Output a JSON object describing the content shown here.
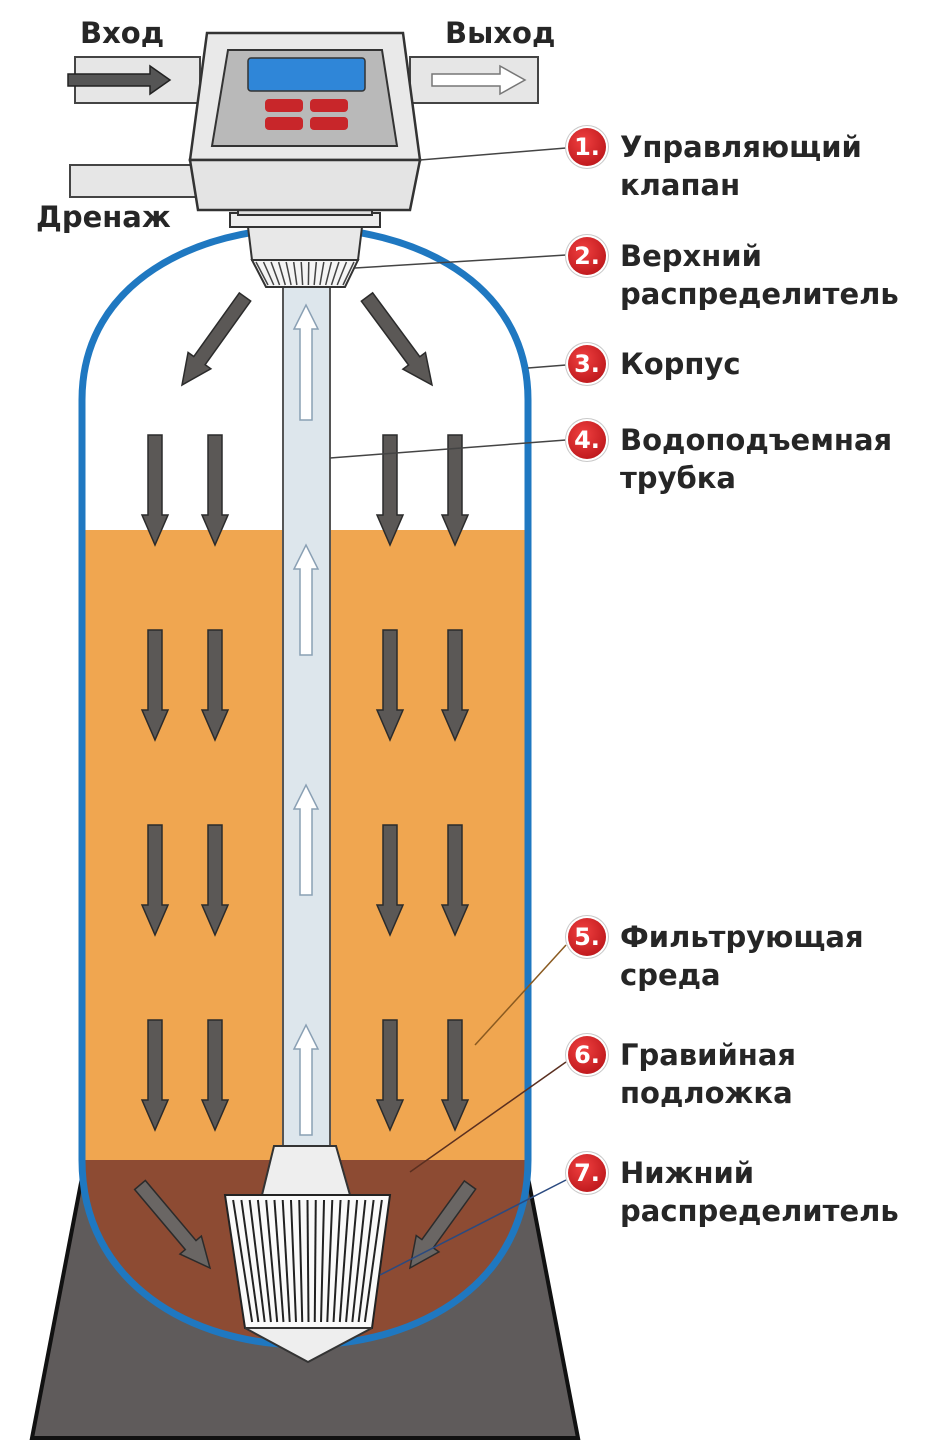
{
  "top_labels": {
    "inlet": "Вход",
    "outlet": "Выход",
    "drain": "Дренаж"
  },
  "parts": [
    {
      "num": "1.",
      "line1": "Управляющий",
      "line2": "клапан"
    },
    {
      "num": "2.",
      "line1": "Верхний",
      "line2": "распределитель"
    },
    {
      "num": "3.",
      "line1": "Корпус",
      "line2": ""
    },
    {
      "num": "4.",
      "line1": "Водоподъемная",
      "line2": "трубка"
    },
    {
      "num": "5.",
      "line1": "Фильтрующая",
      "line2": "среда"
    },
    {
      "num": "6.",
      "line1": "Гравийная",
      "line2": "подложка"
    },
    {
      "num": "7.",
      "line1": "Нижний",
      "line2": "распределитель"
    }
  ],
  "colors": {
    "shell": "#1f78c1",
    "media": "#f0a650",
    "gravel": "#8d4b33",
    "stand": "#5f5b5b",
    "badge": "#c8161d",
    "screen": "#2f86d8",
    "buttons": "#c8262a"
  }
}
